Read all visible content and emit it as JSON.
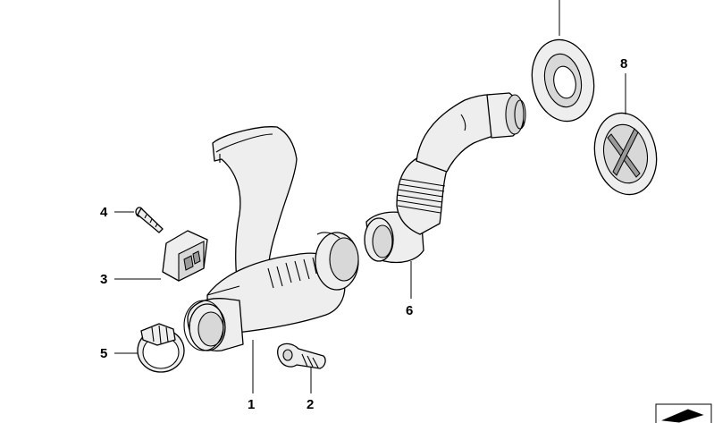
{
  "callouts": {
    "c1": "1",
    "c2": "2",
    "c3": "3",
    "c4": "4",
    "c5": "5",
    "c6": "6",
    "c8": "8"
  }
}
